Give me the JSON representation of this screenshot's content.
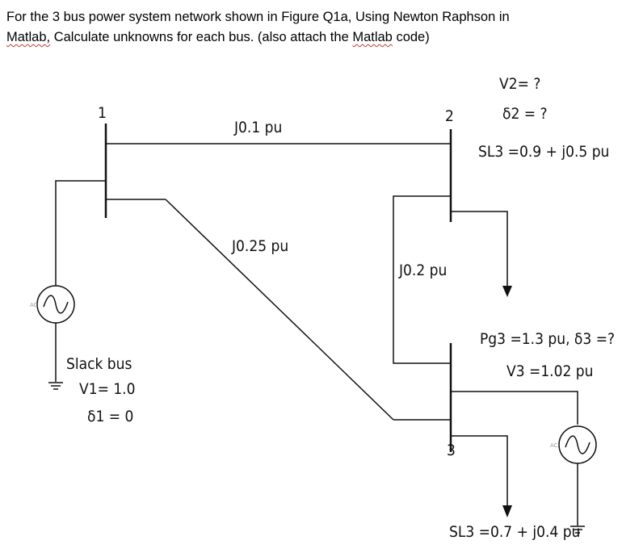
{
  "question": {
    "line1": "For the 3 bus power system network shown in Figure Q1a, Using Newton Raphson in",
    "line2_a": "Matlab,",
    "line2_b": " Calculate unknowns for each bus. (also attach the ",
    "line2_c": "Matlab",
    "line2_d": " code)"
  },
  "diagram": {
    "bus1_label": "1",
    "bus2_label": "2",
    "bus3_label": "3",
    "line12_impedance": "J0.1 pu",
    "line13_impedance": "J0.25 pu",
    "line23_impedance": "J0.2 pu",
    "bus2_v": "V2= ?",
    "bus2_delta": "δ2 = ?",
    "bus2_load": "SL3 =0.9 + j0.5 pu",
    "bus3_gen": "Pg3 =1.3 pu, δ3 =?",
    "bus3_v": "V3 =1.02 pu",
    "bus3_load": "SL3 =0.7 + j0.4 pu",
    "slack_title": "Slack bus",
    "slack_v": "V1= 1.0",
    "slack_delta": "δ1 = 0",
    "gen_tag_left": "AC",
    "gen_tag_right": "AC"
  }
}
